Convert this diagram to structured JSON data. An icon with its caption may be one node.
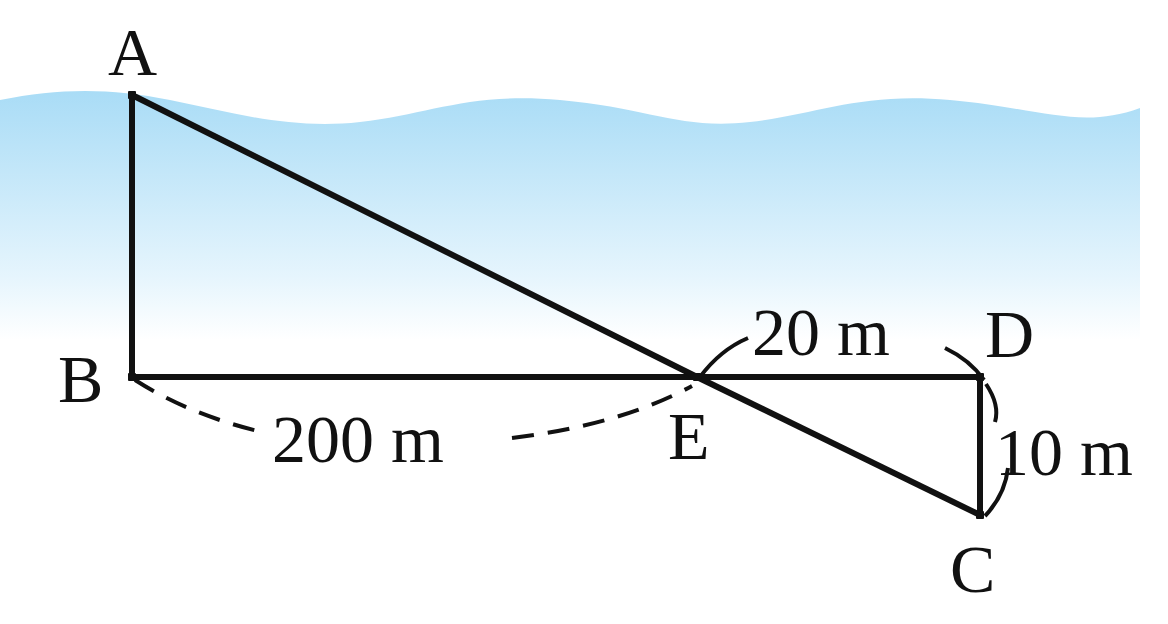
{
  "diagram": {
    "nodes": [
      {
        "text": [],
        "shape": "point",
        "beside": [
          "A"
        ]
      },
      {
        "text": [],
        "shape": "point",
        "beside": [
          "B"
        ]
      },
      {
        "text": [],
        "shape": "point",
        "beside": [
          "E"
        ]
      },
      {
        "text": [],
        "shape": "point",
        "beside": [
          "D"
        ]
      },
      {
        "text": [],
        "shape": "point",
        "beside": [
          "C"
        ]
      }
    ],
    "edges": [
      {
        "from": 0,
        "to": 1,
        "arrow": "none"
      },
      {
        "from": 1,
        "to": 2,
        "arrow": "none"
      },
      {
        "from": 2,
        "to": 3,
        "arrow": "none"
      },
      {
        "from": 3,
        "to": 4,
        "arrow": "none"
      },
      {
        "from": 0,
        "to": 2,
        "arrow": "none"
      },
      {
        "from": 2,
        "to": 4,
        "arrow": "none"
      }
    ],
    "labels": [
      "20 m",
      "10 m",
      "200 m"
    ]
  }
}
